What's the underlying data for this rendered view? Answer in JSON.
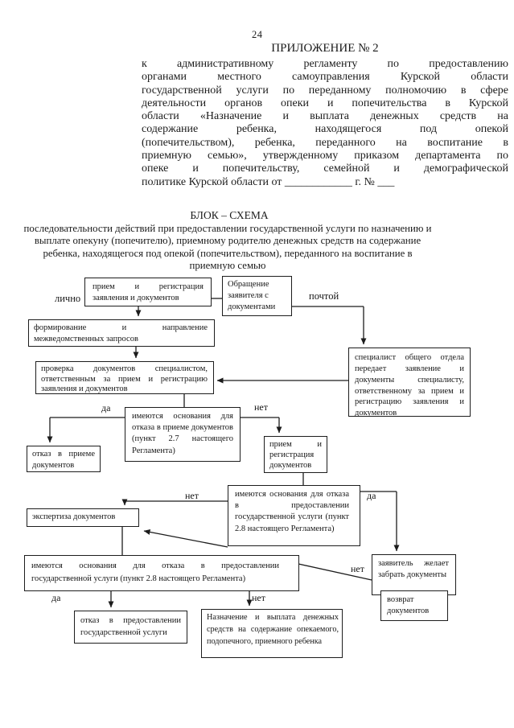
{
  "page": {
    "number": "24"
  },
  "header": {
    "title": "ПРИЛОЖЕНИЕ № 2",
    "paragraph_lines": [
      "к административному регламенту по предоставлению",
      "органами местного самоуправления Курской области",
      "государственной услуги по переданному полномочию в сфере",
      "деятельности органов опеки и попечительства в Курской",
      "области «Назначение и выплата денежных средств на",
      "содержание ребенка, находящегося под опекой",
      "(попечительством), ребенка, переданного на воспитание в",
      "приемную семью», утвержденному приказом департамента по",
      "опеке и попечительству, семейной и демографической",
      "политике Курской области от ____________ г. № ___"
    ]
  },
  "scheme": {
    "title": "БЛОК – СХЕМА",
    "subtitle": "последовательности действий при предоставлении государственной услуги по назначению и выплате опекуну (попечителю), приемному родителю денежных средств на содержание ребенка, находящегося под опекой (попечительством), переданного на воспитание в приемную семью"
  },
  "flowchart": {
    "boxes": {
      "priem1": "прием и регистрация заявления и документов",
      "obrashenie": "Обращение заявителя с документами",
      "formirovanie": "формирование и направление межведомственных запросов",
      "proverka": "проверка документов специалистом, ответственным за прием и регистрацию заявления и документов",
      "specialist": "специалист общего отдела передает заявление и документы специалисту, ответственному за прием и регистрацию заявления и документов",
      "osn_priem": "имеются основания для отказа в приеме документов (пункт 2.7 настоящего Регламента)",
      "otkaz_priem": "отказ в приеме документов",
      "priem2": "прием и регистрация документов",
      "osn_predost": "имеются основания для отказа в предоставлении государственной услуги (пункт 2.8 настоящего Регламента)",
      "expertiza": "экспертиза документов",
      "osn_wide_l1": "имеются основания для отказа в предоставлении",
      "osn_wide_l2": "государственной услуги (пункт 2.8 настоящего Регламента)",
      "zayavitel": "заявитель желает забрать документы",
      "vozvrat": "возврат документов",
      "otkaz_predost": "отказ в предоставлении государственной услуги",
      "naznachenie": "Назначение и выплата денежных средств на содержание опекаемого, подопечного, приемного ребенка"
    },
    "labels": {
      "lichno": "лично",
      "pochtoy": "почтой",
      "da1": "да",
      "net1": "нет",
      "net2": "нет",
      "da2": "да",
      "net3": "нет",
      "da3": "да",
      "net4": "нет"
    },
    "colors": {
      "ink": "#1c1c1c",
      "paper": "#ffffff"
    }
  }
}
